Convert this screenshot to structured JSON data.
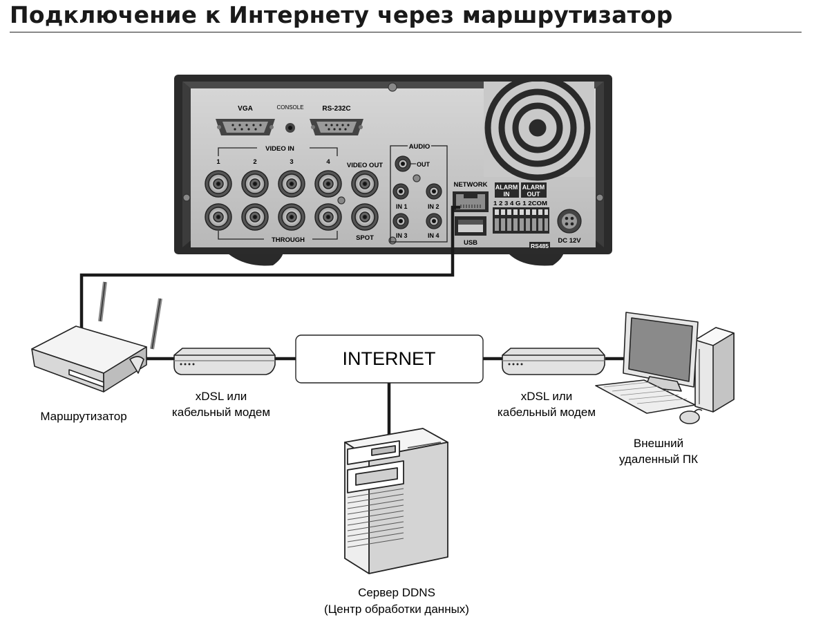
{
  "page": {
    "title": "Подключение к Интернету через маршрутизатор"
  },
  "dvr_panel": {
    "vga": "VGA",
    "console": "CONSOLE",
    "rs232c": "RS-232C",
    "video_in": "VIDEO IN",
    "channels": [
      "1",
      "2",
      "3",
      "4"
    ],
    "video_out": "VIDEO OUT",
    "through": "THROUGH",
    "spot": "SPOT",
    "audio": "AUDIO",
    "audio_out": "OUT",
    "audio_in": [
      "IN 1",
      "IN 2",
      "IN 3",
      "IN 4"
    ],
    "network": "NETWORK",
    "usb": "USB",
    "alarm_in": [
      "ALARM",
      "IN"
    ],
    "alarm_out": [
      "ALARM",
      "OUT"
    ],
    "alarm_pins": "1 2 3 4 G 1 2COM",
    "rs485": "RS485",
    "dc": "DC 12V"
  },
  "nodes": {
    "internet": "INTERNET",
    "router": "Маршрутизатор",
    "modem_left": [
      "xDSL или",
      "кабельный модем"
    ],
    "modem_right": [
      "xDSL или",
      "кабельный модем"
    ],
    "remote_pc": [
      "Внешний",
      "удаленный ПК"
    ],
    "ddns_server": [
      "Сервер DDNS",
      "(Центр обработки данных)"
    ]
  }
}
